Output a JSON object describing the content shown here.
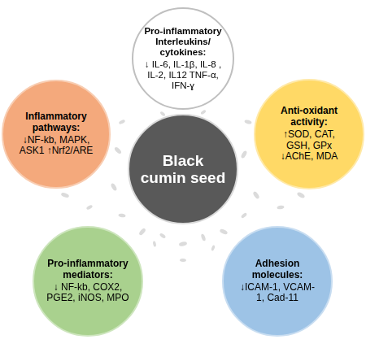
{
  "diagram": {
    "nodes": [
      {
        "text": [
          "Pro-inflammatory Interleukins/ cytokines:",
          "↓ IL-6, IL-1β, IL-8 , IL-2, IL12 TNF-α, IFN-ɣ"
        ]
      },
      {
        "text": [
          "Inflammatory pathways:",
          "↓NF-kb, MAPK, ASK1 ↑Nrf2/ARE"
        ]
      },
      {
        "text": [
          "Black cumin seed"
        ]
      },
      {
        "text": [
          "Anti-oxidant activity:",
          "↑SOD, CAT, GSH, GPx ↓AChE, MDA"
        ]
      },
      {
        "text": [
          "Pro-inflammatory mediators:",
          "↓ NF-kb, COX2, PGE2, iNOS, MPO"
        ]
      },
      {
        "text": [
          "Adhesion molecules:",
          "↓ICAM-1, VCAM-1, Cad-11"
        ]
      }
    ]
  }
}
